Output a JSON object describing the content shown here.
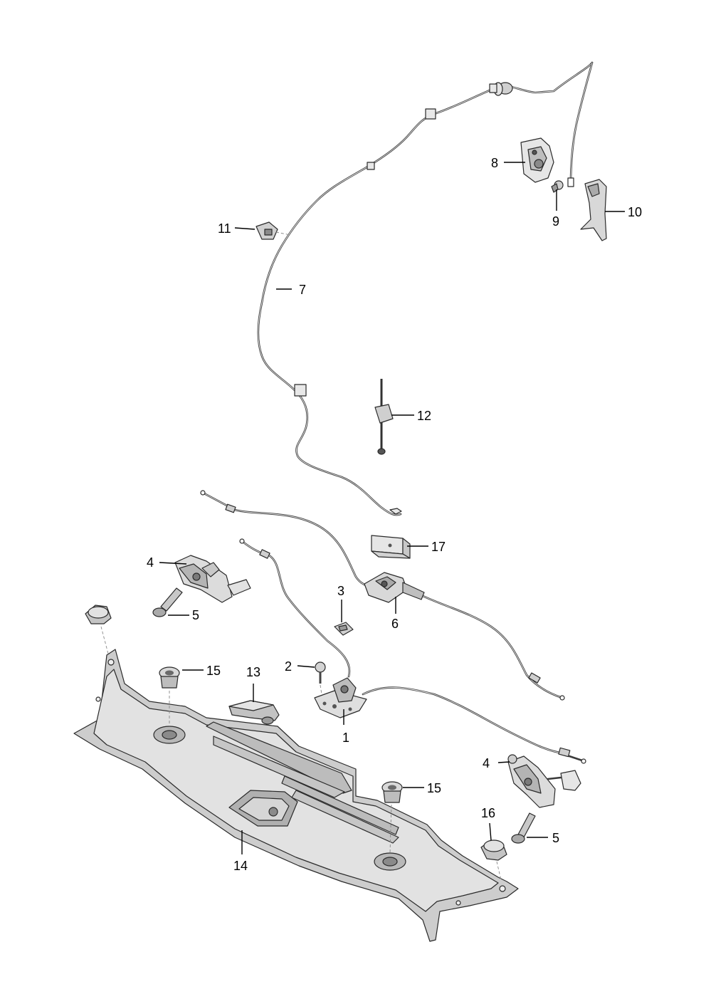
{
  "callouts": {
    "c1": "1",
    "c2": "2",
    "c3": "3",
    "c4a": "4",
    "c4b": "4",
    "c5a": "5",
    "c5b": "5",
    "c6": "6",
    "c7": "7",
    "c8": "8",
    "c9": "9",
    "c10": "10",
    "c11": "11",
    "c12": "12",
    "c13": "13",
    "c14": "14",
    "c15a": "15",
    "c15b": "15",
    "c16": "16",
    "c17": "17"
  },
  "colors": {
    "line": "#2a2a2a",
    "part_fill": "#d9d9d9",
    "panel_fill": "#c8c8c8",
    "background": "#ffffff"
  }
}
